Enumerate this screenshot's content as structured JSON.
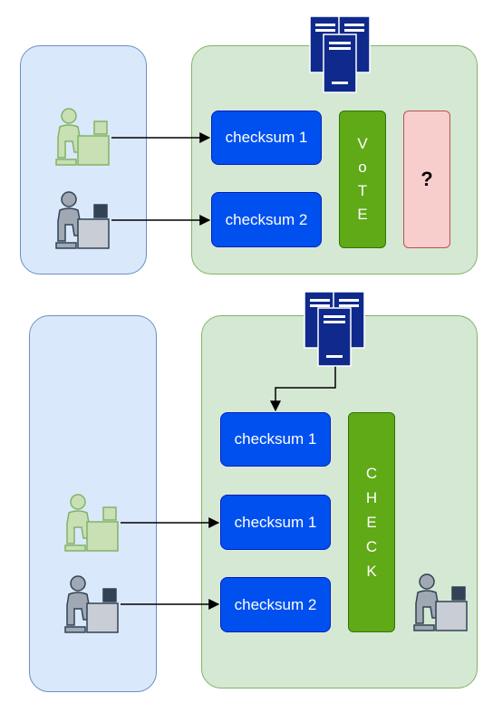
{
  "top": {
    "boxes": [
      "checksum 1",
      "checksum 2"
    ],
    "vote_letters": [
      "V",
      "o",
      "T",
      "E"
    ],
    "unknown": "?"
  },
  "bottom": {
    "boxes": [
      "checksum 1",
      "checksum 1",
      "checksum 2"
    ],
    "check_letters": [
      "C",
      "H",
      "E",
      "C",
      "K"
    ]
  },
  "icons": [
    "server-icon",
    "user-green-icon",
    "user-gray-icon"
  ]
}
